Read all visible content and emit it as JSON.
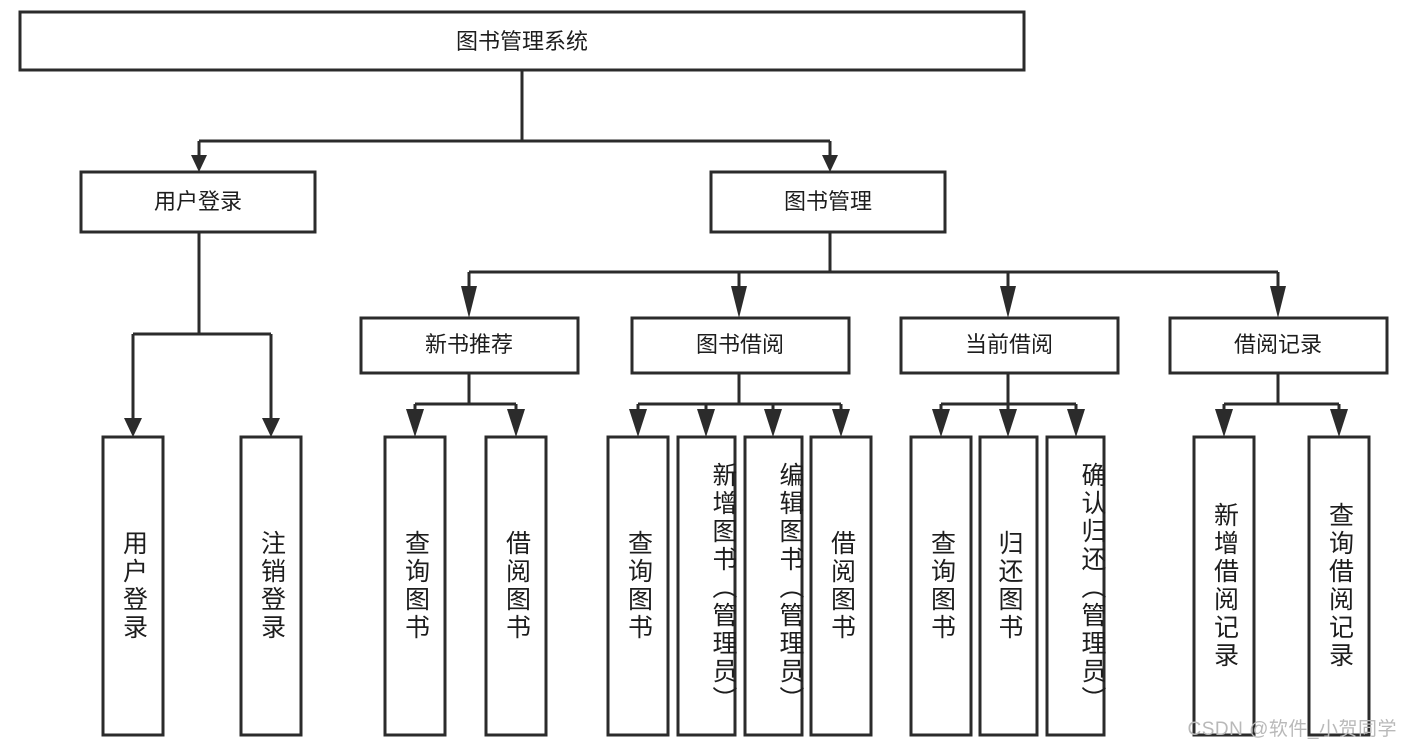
{
  "diagram": {
    "type": "tree",
    "title": "图书管理系统",
    "orientation": "top-down",
    "root": {
      "id": "root",
      "label": "图书管理系统"
    },
    "level2": [
      {
        "id": "user-login",
        "label": "用户登录"
      },
      {
        "id": "book-manage",
        "label": "图书管理"
      }
    ],
    "level3": [
      {
        "id": "new-book-recommend",
        "label": "新书推荐",
        "parent": "book-manage"
      },
      {
        "id": "book-borrow",
        "label": "图书借阅",
        "parent": "book-manage"
      },
      {
        "id": "current-borrow",
        "label": "当前借阅",
        "parent": "book-manage"
      },
      {
        "id": "borrow-record",
        "label": "借阅记录",
        "parent": "book-manage"
      }
    ],
    "leaves": {
      "user-login": [
        {
          "id": "leaf-user-login",
          "label": "用户登录"
        },
        {
          "id": "leaf-user-logout",
          "label": "注销登录"
        }
      ],
      "new-book-recommend": [
        {
          "id": "leaf-query-book-1",
          "label": "查询图书"
        },
        {
          "id": "leaf-borrow-book-1",
          "label": "借阅图书"
        }
      ],
      "book-borrow": [
        {
          "id": "leaf-query-book-2",
          "label": "查询图书"
        },
        {
          "id": "leaf-add-book",
          "label": "新增图书（管理员）"
        },
        {
          "id": "leaf-edit-book",
          "label": "编辑图书（管理员）"
        },
        {
          "id": "leaf-borrow-book-2",
          "label": "借阅图书"
        }
      ],
      "current-borrow": [
        {
          "id": "leaf-query-book-3",
          "label": "查询图书"
        },
        {
          "id": "leaf-return-book",
          "label": "归还图书"
        },
        {
          "id": "leaf-confirm-return",
          "label": "确认归还（管理员）"
        }
      ],
      "borrow-record": [
        {
          "id": "leaf-add-record",
          "label": "新增借阅记录"
        },
        {
          "id": "leaf-query-record",
          "label": "查询借阅记录"
        }
      ]
    },
    "colors": {
      "box_fill": "#ffffff",
      "box_stroke": "#2b2b2b",
      "text": "#1d1d1d",
      "watermark": "#b9b9b9",
      "background": "#ffffff"
    }
  },
  "watermark": {
    "text": "CSDN @软件_小贺同学"
  }
}
